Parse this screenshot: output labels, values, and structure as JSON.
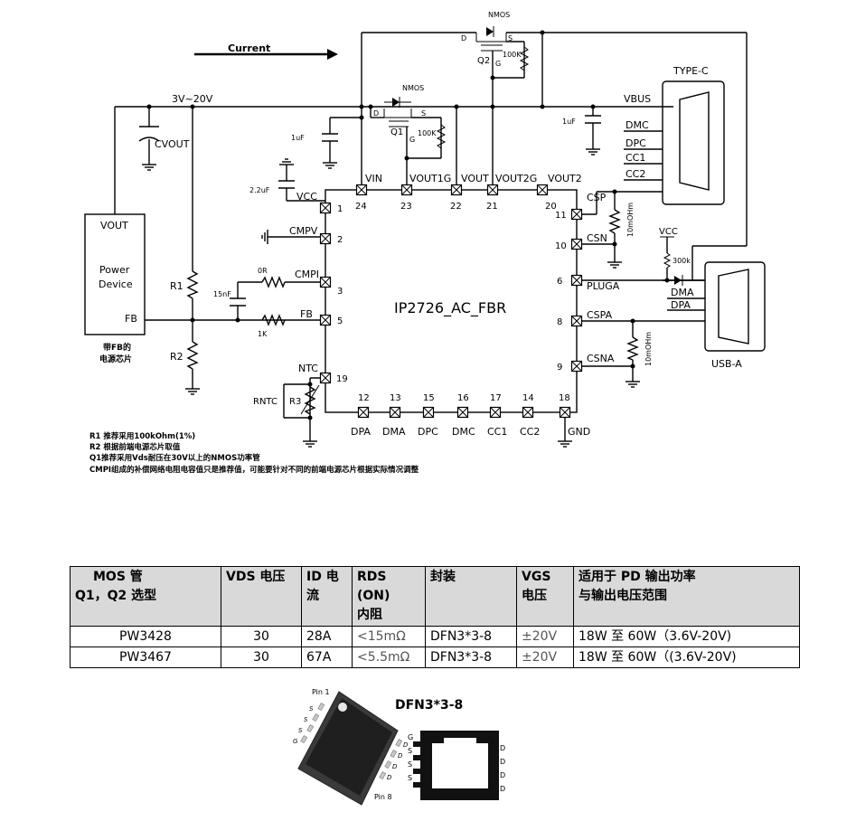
{
  "labels": {
    "current": "Current",
    "vin_range": "3V~20V",
    "nmos_q2": "NMOS",
    "nmos_q1": "NMOS",
    "q1": "Q1",
    "q2": "Q2",
    "d": "D",
    "s": "S",
    "g": "G",
    "r100k": "100K",
    "c1uf_a": "1uF",
    "c1uf_b": "1uF",
    "c2_2uf": "2.2uF",
    "cvout": "CVOUT",
    "vbus": "VBUS",
    "typec": "TYPE-C",
    "dmc": "DMC",
    "dpc": "DPC",
    "cc1": "CC1",
    "cc2": "CC2",
    "vout_pd": "VOUT",
    "power_device": "Power",
    "power_device2": "Device",
    "fb_pd": "FB",
    "pd_note1": "带FB的",
    "pd_note2": "电源芯片",
    "r1": "R1",
    "r2": "R2",
    "r0": "0R",
    "c15nf": "15nF",
    "r1k": "1K",
    "rntc": "RNTC",
    "r3": "R3",
    "vcc_top": "VCC",
    "r300k": "300k",
    "r10m_a": "10mOHm",
    "r10m_b": "10mOHm",
    "usba": "USB-A",
    "usba_dma": "DMA",
    "usba_dpa": "DPA",
    "chip": "IP2726_AC_FBR"
  },
  "pins": {
    "vin": "VIN",
    "vin_n": "24",
    "vout1g": "VOUT1G",
    "vout1g_n": "23",
    "vout": "VOUT",
    "vout_n": "22",
    "vout2g": "VOUT2G",
    "vout2g_n": "21",
    "vout2": "VOUT2",
    "vout2_n": "20",
    "vcc": "VCC",
    "vcc_n": "1",
    "cmpv": "CMPV",
    "cmpv_n": "2",
    "cmpi": "CMPI",
    "cmpi_n": "3",
    "fb": "FB",
    "fb_n": "5",
    "ntc": "NTC",
    "ntc_n": "19",
    "csp": "CSP",
    "csp_n": "11",
    "csn": "CSN",
    "csn_n": "10",
    "pluga": "PLUGA",
    "pluga_n": "6",
    "cspa": "CSPA",
    "cspa_n": "8",
    "csna": "CSNA",
    "csna_n": "9",
    "dpa": "DPA",
    "dpa_n": "12",
    "dma": "DMA",
    "dma_n": "13",
    "dpc": "DPC",
    "dpc_n": "15",
    "dmc": "DMC",
    "dmc_n": "16",
    "cc1": "CC1",
    "cc1_n": "17",
    "cc2": "CC2",
    "cc2_n": "14",
    "gnd": "GND",
    "gnd_n": "18"
  },
  "notes": [
    "R1 推荐采用100kOhm(1%)",
    "R2 根据前端电源芯片取值",
    "Q1推荐采用Vds耐压在30V以上的NMOS功率管",
    "CMPI组成的补偿网络电阻电容值只是推荐值，可能要针对不同的前端电源芯片根据实际情况调整"
  ],
  "table": {
    "headers": [
      [
        "MOS 管",
        "Q1，Q2 选型"
      ],
      [
        "VDS 电压",
        ""
      ],
      [
        "ID 电",
        "流"
      ],
      [
        "RDS (ON)",
        "内阻"
      ],
      [
        "封装",
        ""
      ],
      [
        "VGS",
        "电压"
      ],
      [
        "适用于 PD 输出功率",
        "与输出电压范围"
      ]
    ],
    "rows": [
      [
        "PW3428",
        "30",
        "28A",
        "<15mΩ",
        "DFN3*3-8",
        "±20V",
        "18W 至 60W（3.6V-20V)"
      ],
      [
        "PW3467",
        "30",
        "67A",
        "<5.5mΩ",
        "DFN3*3-8",
        "±20V",
        "18W 至 60W（(3.6V-20V)"
      ]
    ]
  },
  "package": {
    "title": "DFN3*3-8",
    "pin1": "Pin 1",
    "pin8": "Pin 8",
    "left_pins": [
      "G",
      "S",
      "S",
      "S"
    ],
    "right_pins": [
      "D",
      "D",
      "D",
      "D"
    ],
    "chip_left_pins": [
      "S",
      "S",
      "S",
      "G"
    ]
  }
}
